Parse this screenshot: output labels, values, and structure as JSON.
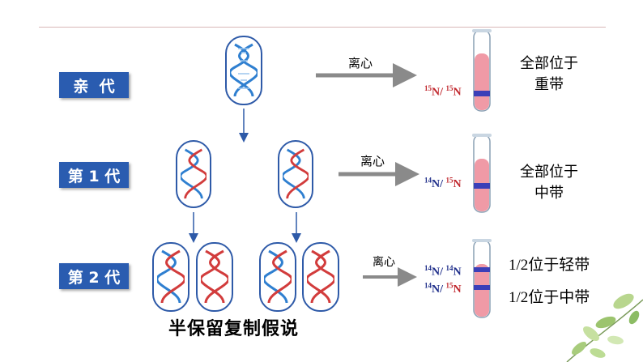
{
  "generations": [
    {
      "label": "亲  代"
    },
    {
      "label": "第 1 代"
    },
    {
      "label": "第 2 代"
    }
  ],
  "centrifuge_label": "离心",
  "tube_labels": {
    "g0": {
      "a_sup": "15",
      "a": "N/ ",
      "b_sup": "15",
      "b": "N"
    },
    "g1": {
      "a_sup": "14",
      "a": "N/ ",
      "b_sup": "15",
      "b": "N"
    },
    "g2_top": {
      "a_sup": "14",
      "a": "N/ ",
      "b_sup": "14",
      "b": "N"
    },
    "g2_bottom": {
      "a_sup": "14",
      "a": "N/ ",
      "b_sup": "15",
      "b": "N"
    }
  },
  "results": {
    "g0": [
      "全部位于",
      "重带"
    ],
    "g1": [
      "全部位于",
      "中带"
    ],
    "g2_top": "1/2位于轻带",
    "g2_bottom": "1/2位于中带"
  },
  "caption": "半保留复制假说",
  "colors": {
    "label_bg": "#2a5cb0",
    "strand_old": "#2f7fd0",
    "strand_new": "#d23c3c",
    "band": "#3b3fb8",
    "tube_fluid": "#f09aa6",
    "arrow": "#8a8a8a"
  }
}
